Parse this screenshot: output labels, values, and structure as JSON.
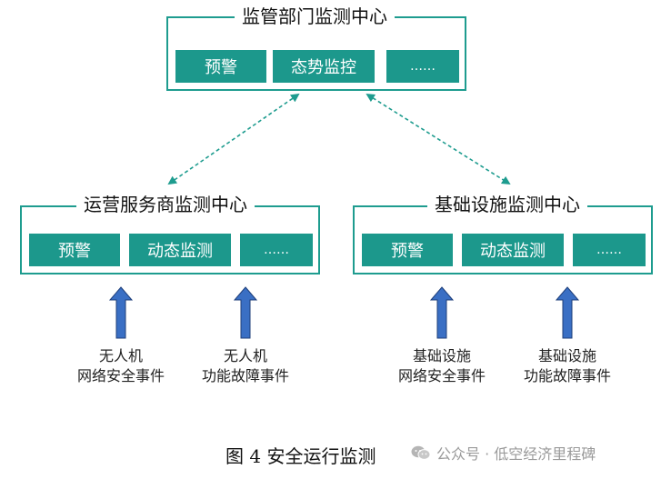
{
  "top_panel": {
    "title": "监管部门监测中心",
    "boxes": [
      "预警",
      "态势监控",
      "……"
    ]
  },
  "left_panel": {
    "title": "运营服务商监测中心",
    "boxes": [
      "预警",
      "动态监测",
      "……"
    ]
  },
  "right_panel": {
    "title": "基础设施监测中心",
    "boxes": [
      "预警",
      "动态监测",
      "……"
    ]
  },
  "inputs": [
    {
      "line1": "无人机",
      "line2": "网络安全事件"
    },
    {
      "line1": "无人机",
      "line2": "功能故障事件"
    },
    {
      "line1": "基础设施",
      "line2": "网络安全事件"
    },
    {
      "line1": "基础设施",
      "line2": "功能故障事件"
    }
  ],
  "figure_caption": "图 4  安全运行监测",
  "watermark": "公众号 · 低空经济里程碑",
  "colors": {
    "teal": "#1c988c",
    "border": "#1e9c8f",
    "arrow_blue": "#3a6fc4"
  }
}
